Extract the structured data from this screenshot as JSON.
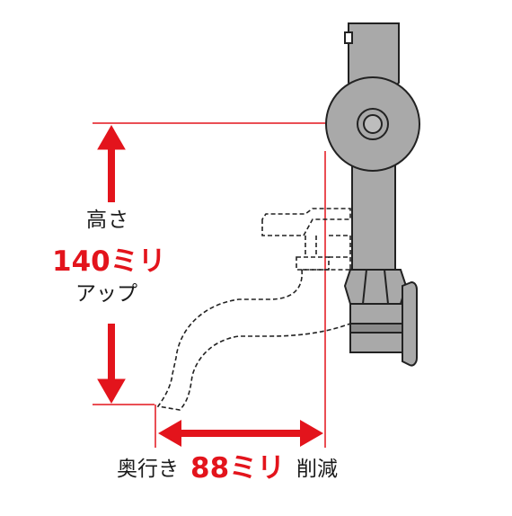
{
  "diagram": {
    "height_note": {
      "prefix": "高さ",
      "value": "140ミリ",
      "suffix": "アップ"
    },
    "depth_note": {
      "prefix": "奥行き",
      "value": "88ミリ",
      "suffix": "削減"
    },
    "colors": {
      "accent": "#e3141c",
      "outline": "#222222",
      "pipe_fill": "#a9a9a9",
      "pipe_dark": "#8a8a8a",
      "background": "#ffffff"
    },
    "icons": {
      "faucet": "faucet-icon",
      "arrow": "double-arrow-icon"
    }
  }
}
